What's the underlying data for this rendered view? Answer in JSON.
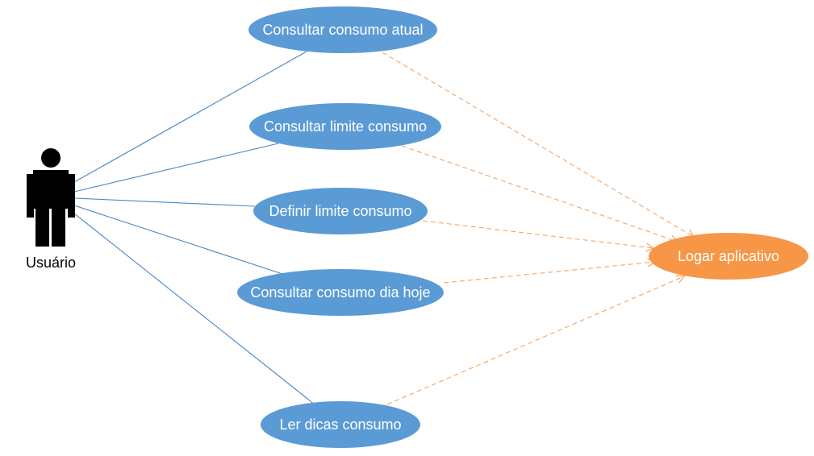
{
  "actor": {
    "label": "Usuário",
    "color": "#000000"
  },
  "colors": {
    "use_case_fill": "#5b9bd5",
    "login_fill": "#f79646",
    "association_line": "#4a86c5",
    "dependency_line": "#f4a460"
  },
  "use_cases": [
    {
      "id": "uc1",
      "label": "Consultar consumo atual"
    },
    {
      "id": "uc2",
      "label": "Consultar limite consumo"
    },
    {
      "id": "uc3",
      "label": "Definir  limite consumo"
    },
    {
      "id": "uc4",
      "label": "Consultar consumo dia hoje"
    },
    {
      "id": "uc5",
      "label": "Ler dicas consumo"
    }
  ],
  "login_case": {
    "id": "login",
    "label": "Logar aplicativo"
  }
}
